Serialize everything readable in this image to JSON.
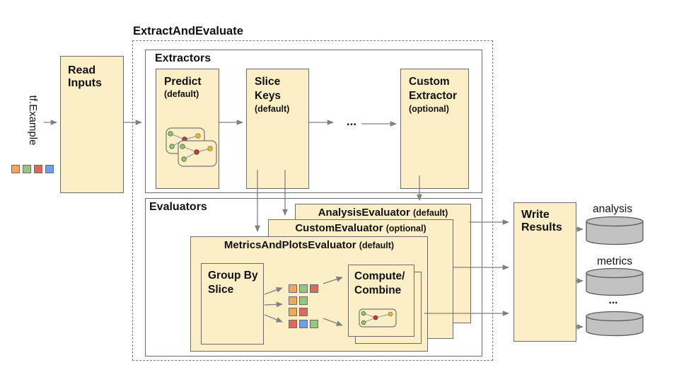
{
  "title": "ExtractAndEvaluate",
  "input": {
    "label": "tf.Example",
    "swatches": [
      "orange",
      "green",
      "red",
      "blue"
    ]
  },
  "read_inputs": {
    "label": "Read Inputs"
  },
  "extractors": {
    "label": "Extractors",
    "predict": {
      "name": "Predict",
      "qualifier": "(default)"
    },
    "slice_keys": {
      "name": "Slice Keys",
      "qualifier": "(default)"
    },
    "ellipsis": "...",
    "custom": {
      "name": "Custom Extractor",
      "qualifier": "(optional)"
    }
  },
  "evaluators": {
    "label": "Evaluators",
    "analysis": {
      "name": "AnalysisEvaluator",
      "qualifier": "(default)"
    },
    "custom": {
      "name": "CustomEvaluator",
      "qualifier": "(optional)"
    },
    "metrics_plots": {
      "name": "MetricsAndPlotsEvaluator",
      "qualifier": "(default)"
    },
    "group_by_slice": {
      "label": "Group By Slice"
    },
    "slice_rows": [
      [
        "orange",
        "green",
        "red"
      ],
      [
        "orange",
        "green"
      ],
      [
        "orange",
        "red"
      ],
      [
        "red",
        "blue",
        "green"
      ]
    ],
    "compute_combine": {
      "label": "Compute/ Combine"
    }
  },
  "write_results": {
    "label": "Write Results"
  },
  "outputs": {
    "analysis": "analysis",
    "metrics": "metrics",
    "more": "..."
  },
  "colors": {
    "box_fill": "#FCEFC6",
    "box_border": "#6b6b6b",
    "arrow": "#808080",
    "cylinder_fill": "#C2C2C2",
    "cylinder_stroke": "#5a5a5a",
    "orange": "#F2A75C",
    "green": "#97C47E",
    "red": "#DB6A5D",
    "blue": "#6D9EEB",
    "node_green": "#93C47D",
    "node_red": "#B5443C",
    "node_yellow": "#E9BA45"
  }
}
